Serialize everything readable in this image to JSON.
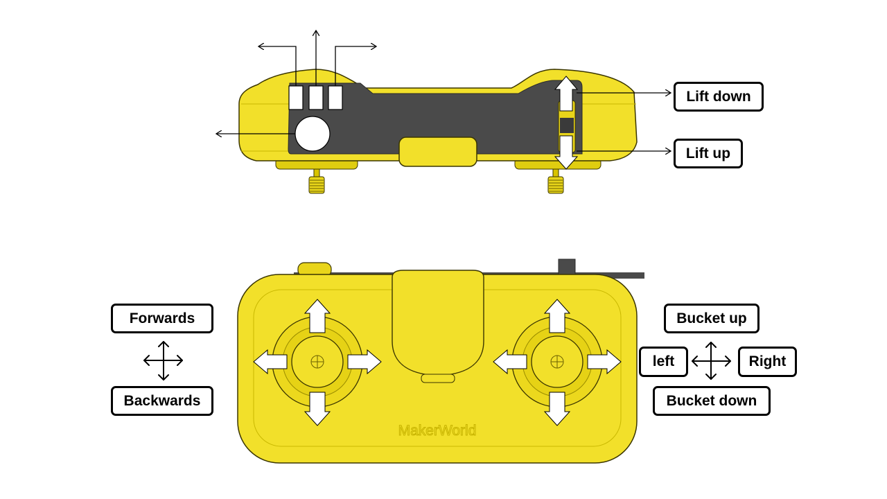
{
  "labels": {
    "lift_down": "Lift down",
    "lift_up": "Lift up",
    "forwards": "Forwards",
    "backwards": "Backwards",
    "bucket_up": "Bucket up",
    "bucket_down": "Bucket down",
    "left": "left",
    "right": "Right"
  },
  "brand_text": "MakerWorld",
  "colors": {
    "body_yellow": "#f2e02a",
    "body_outline": "#3a3500",
    "panel_dark": "#4a4a4a",
    "arrow_fill": "#ffffff",
    "label_border": "#000000"
  }
}
